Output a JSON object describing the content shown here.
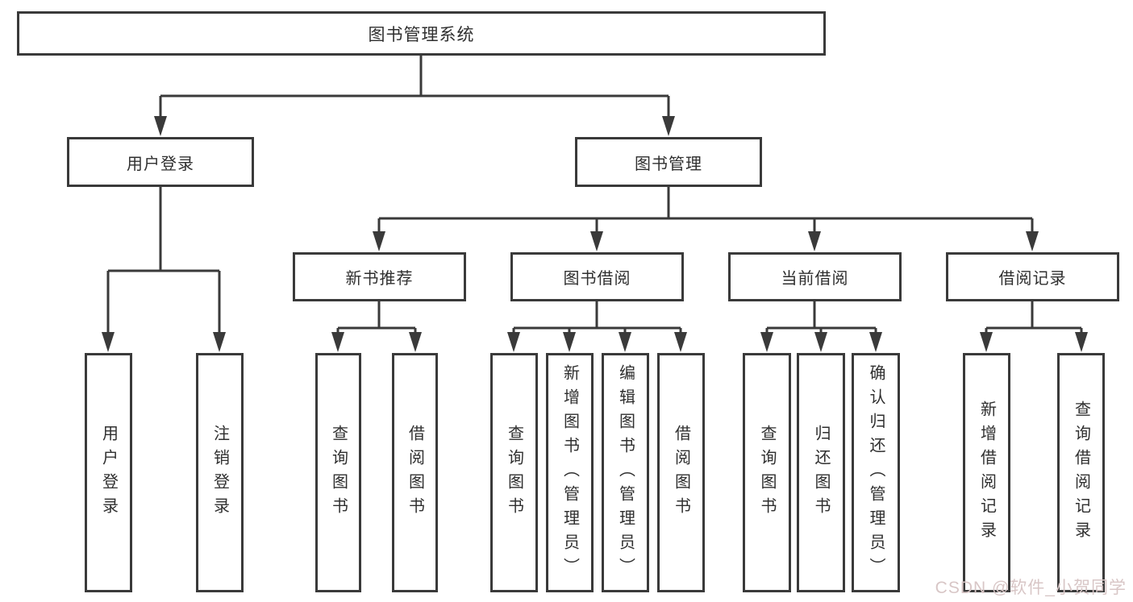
{
  "diagram": {
    "root": {
      "label": "图书管理系统"
    },
    "level2": {
      "user_login": {
        "label": "用户登录"
      },
      "book_mgmt": {
        "label": "图书管理"
      }
    },
    "level3": {
      "new_books": {
        "label": "新书推荐"
      },
      "borrow": {
        "label": "图书借阅"
      },
      "current": {
        "label": "当前借阅"
      },
      "records": {
        "label": "借阅记录"
      }
    },
    "leaves": {
      "user_login": [
        "用户登录",
        "注销登录"
      ],
      "new_books": [
        "查询图书",
        "借阅图书"
      ],
      "borrow": [
        "查询图书",
        "新增图书（管理员）",
        "编辑图书（管理员）",
        "借阅图书"
      ],
      "current": [
        "查询图书",
        "归还图书",
        "确认归还（管理员）"
      ],
      "records": [
        "新增借阅记录",
        "查询借阅记录"
      ]
    }
  },
  "watermark": {
    "text": "CSDN @软件_小贺同学"
  },
  "colors": {
    "line": "#3a3a3a",
    "text": "#2f2f2f",
    "background": "#ffffff",
    "watermark": "#d8c6c6"
  }
}
